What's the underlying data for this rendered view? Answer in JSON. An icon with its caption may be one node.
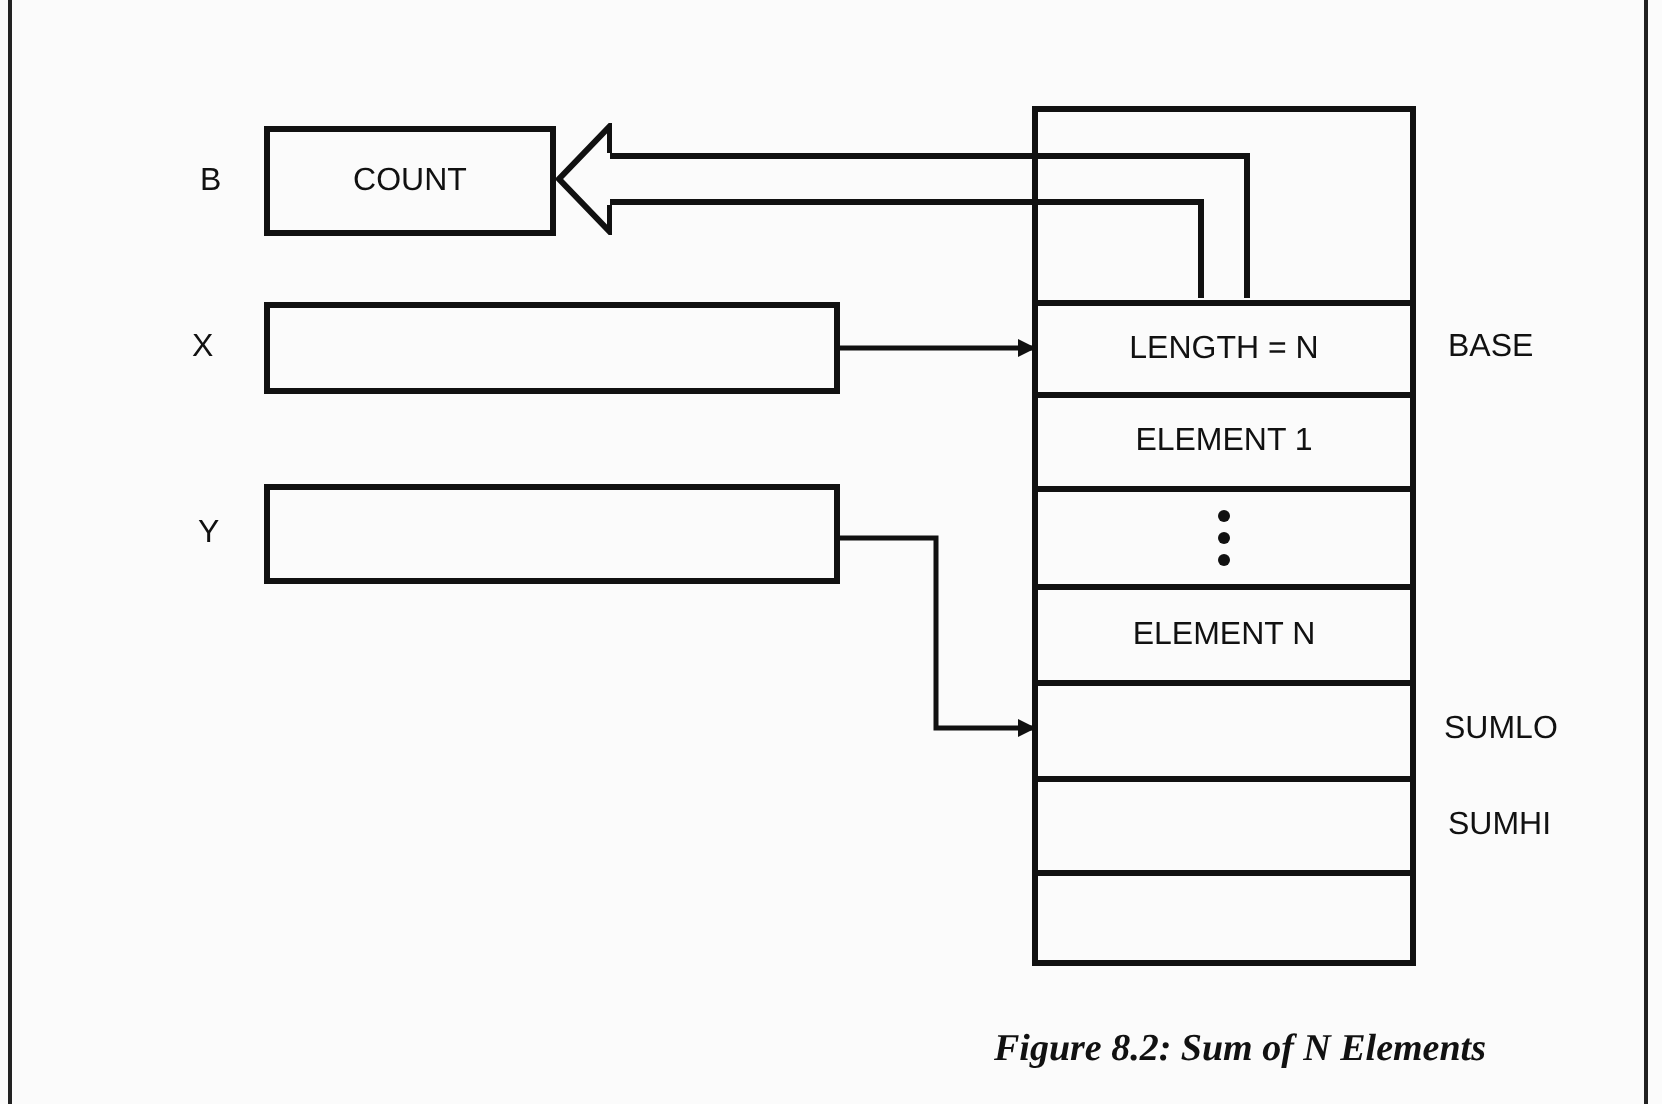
{
  "diagram": {
    "caption": "Figure 8.2: Sum of N Elements",
    "nodes": [
      {
        "text": [
          "COUNT"
        ],
        "beside": [
          "B"
        ]
      },
      {
        "text": [],
        "shape": "box",
        "beside": [
          "X"
        ]
      },
      {
        "text": [],
        "shape": "box",
        "beside": [
          "Y"
        ]
      },
      {
        "text": [],
        "shape": "box"
      },
      {
        "text": [
          "LENGTH = N"
        ],
        "in": 3,
        "beside": [
          "BASE"
        ]
      },
      {
        "text": [
          "ELEMENT 1"
        ],
        "in": 3
      },
      {
        "text": [],
        "shape": "box",
        "in": 3
      },
      {
        "text": [
          "ELEMENT N"
        ],
        "in": 3
      },
      {
        "text": [],
        "shape": "box",
        "in": 3,
        "beside": [
          "SUMLO"
        ]
      },
      {
        "text": [],
        "shape": "box",
        "in": 3,
        "beside": [
          "SUMHI"
        ]
      },
      {
        "text": [],
        "shape": "box",
        "in": 3
      }
    ],
    "edges": [
      {
        "from": 1,
        "to": 4,
        "arrow": "to"
      },
      {
        "from": 2,
        "to": 8,
        "arrow": "to"
      },
      {
        "from": 4,
        "to": 0,
        "arrow": "to",
        "style": "thick"
      }
    ]
  }
}
